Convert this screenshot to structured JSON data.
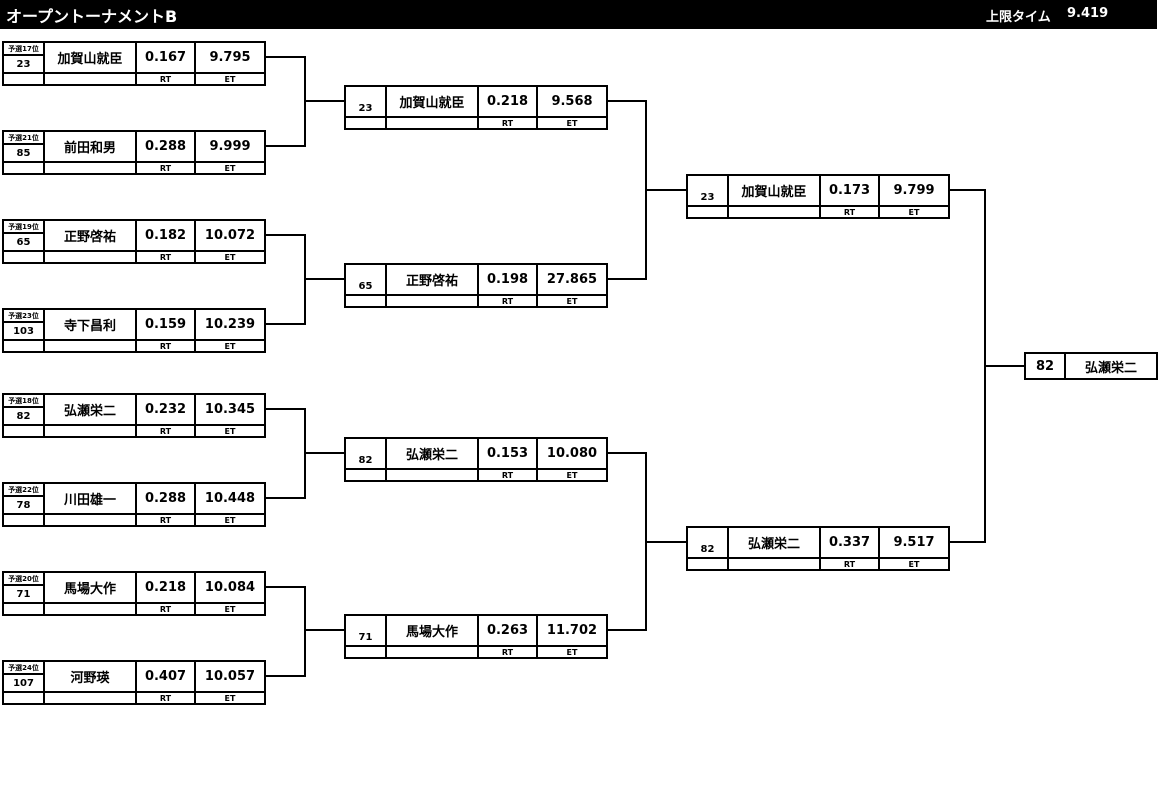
{
  "header": {
    "title": "オープントーナメントB",
    "limit_label": "上限タイム",
    "limit_value": "9.419"
  },
  "column_labels": {
    "rt": "RT",
    "et": "ET"
  },
  "round1": [
    {
      "rank": "予選17位",
      "seed": "23",
      "name": "加賀山就臣",
      "rt": "0.167",
      "et": "9.795"
    },
    {
      "rank": "予選21位",
      "seed": "85",
      "name": "前田和男",
      "rt": "0.288",
      "et": "9.999"
    },
    {
      "rank": "予選19位",
      "seed": "65",
      "name": "正野啓祐",
      "rt": "0.182",
      "et": "10.072"
    },
    {
      "rank": "予選23位",
      "seed": "103",
      "name": "寺下昌利",
      "rt": "0.159",
      "et": "10.239"
    },
    {
      "rank": "予選18位",
      "seed": "82",
      "name": "弘瀬栄二",
      "rt": "0.232",
      "et": "10.345"
    },
    {
      "rank": "予選22位",
      "seed": "78",
      "name": "川田雄一",
      "rt": "0.288",
      "et": "10.448"
    },
    {
      "rank": "予選20位",
      "seed": "71",
      "name": "馬場大作",
      "rt": "0.218",
      "et": "10.084"
    },
    {
      "rank": "予選24位",
      "seed": "107",
      "name": "河野瑛",
      "rt": "0.407",
      "et": "10.057"
    }
  ],
  "round2": [
    {
      "seed": "23",
      "name": "加賀山就臣",
      "rt": "0.218",
      "et": "9.568"
    },
    {
      "seed": "65",
      "name": "正野啓祐",
      "rt": "0.198",
      "et": "27.865"
    },
    {
      "seed": "82",
      "name": "弘瀬栄二",
      "rt": "0.153",
      "et": "10.080"
    },
    {
      "seed": "71",
      "name": "馬場大作",
      "rt": "0.263",
      "et": "11.702"
    }
  ],
  "round3": [
    {
      "seed": "23",
      "name": "加賀山就臣",
      "rt": "0.173",
      "et": "9.799"
    },
    {
      "seed": "82",
      "name": "弘瀬栄二",
      "rt": "0.337",
      "et": "9.517"
    }
  ],
  "champion": {
    "seed": "82",
    "name": "弘瀬栄二"
  }
}
